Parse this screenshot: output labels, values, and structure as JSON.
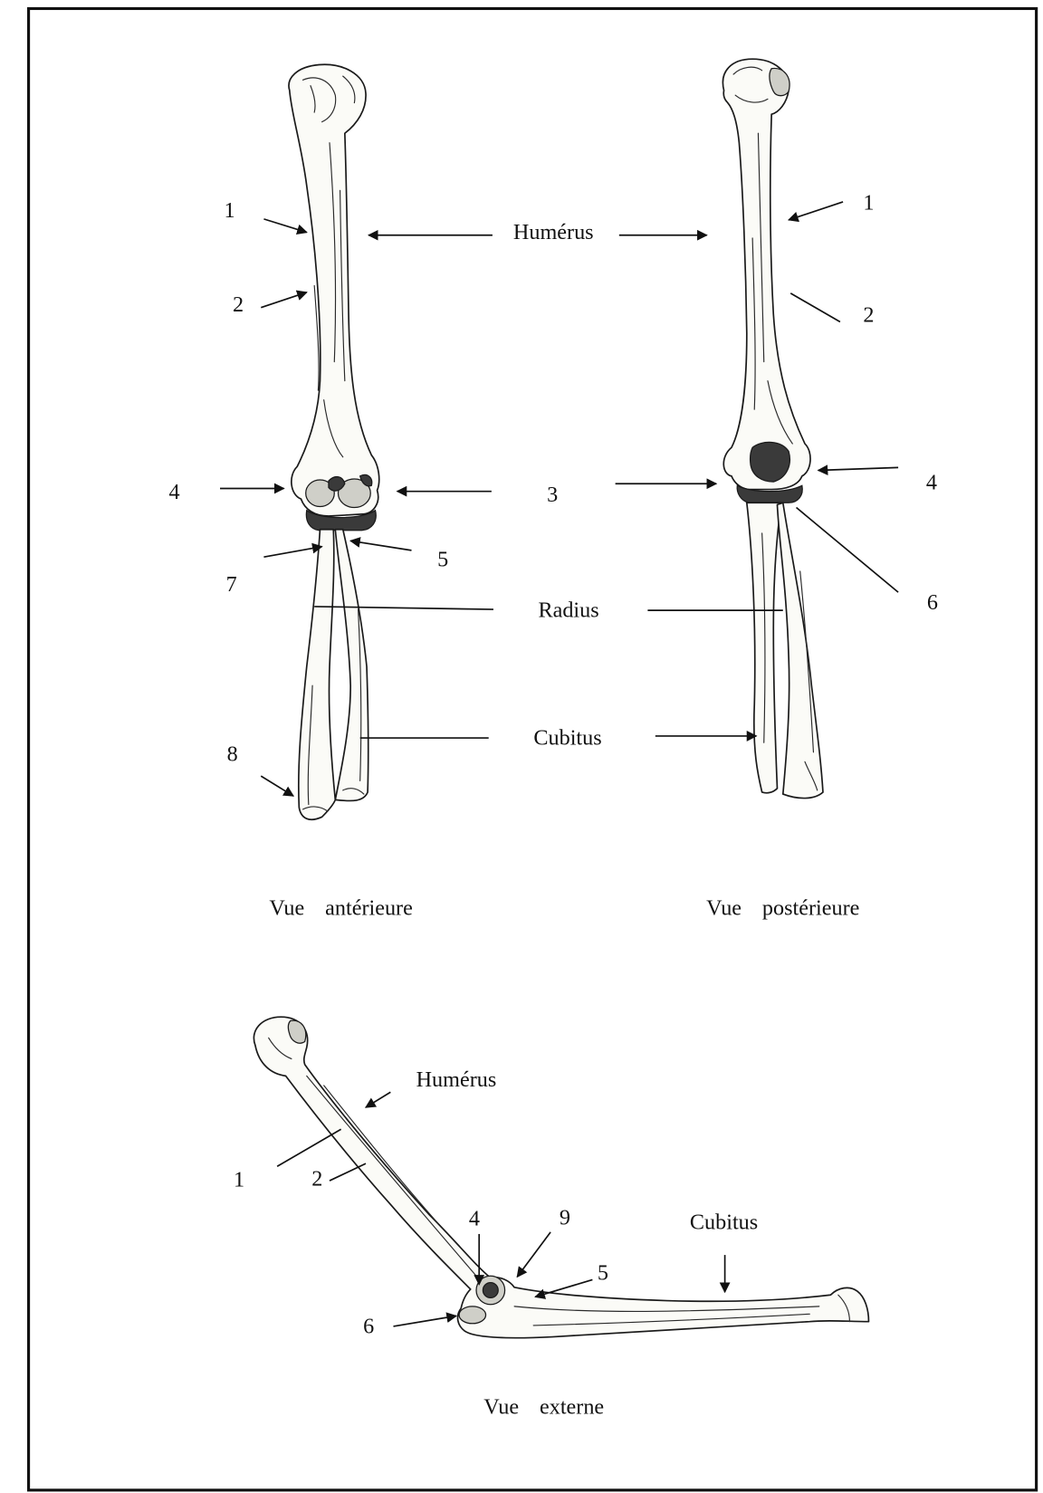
{
  "center_labels": {
    "humerus": "Humérus",
    "marker_3": "3",
    "radius": "Radius",
    "cubitus": "Cubitus"
  },
  "anterior_view": {
    "caption": "Vue antérieure",
    "markers": [
      "1",
      "2",
      "4",
      "5",
      "7",
      "8"
    ]
  },
  "posterior_view": {
    "caption": "Vue postérieure",
    "markers": [
      "1",
      "2",
      "4",
      "6"
    ]
  },
  "external_view": {
    "caption": "Vue externe",
    "humerus": "Humérus",
    "cubitus": "Cubitus",
    "markers": [
      "1",
      "2",
      "4",
      "9",
      "5",
      "6"
    ]
  }
}
